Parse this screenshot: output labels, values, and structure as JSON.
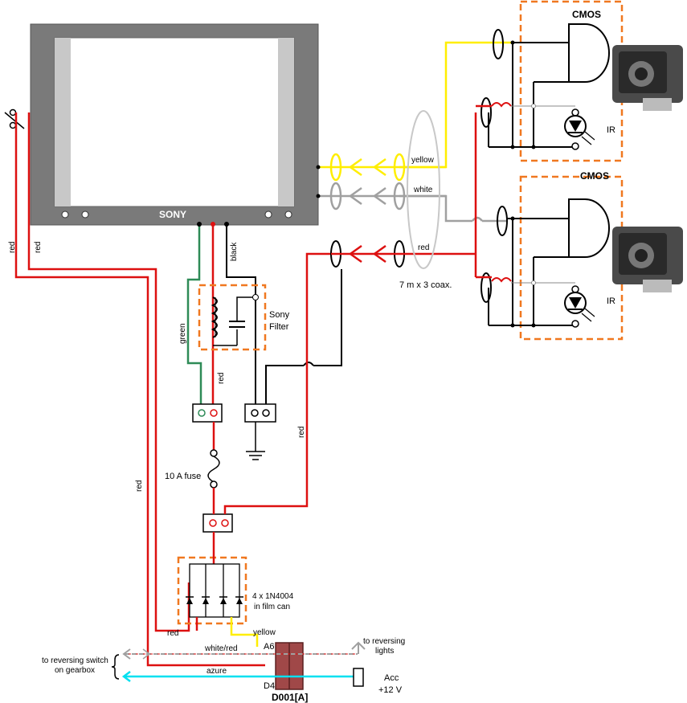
{
  "monitor": {
    "brand": "SONY"
  },
  "cameras": [
    {
      "sensor_label": "CMOS",
      "ir_label": "IR"
    },
    {
      "sensor_label": "CMOS",
      "ir_label": "IR"
    }
  ],
  "cable": {
    "label": "7 m x 3 coax.",
    "wires": [
      "yellow",
      "white",
      "red"
    ]
  },
  "filter": {
    "label_line1": "Sony",
    "label_line2": "Filter"
  },
  "fuse": {
    "label": "10 A fuse"
  },
  "diodes": {
    "label_line1": "4 x 1N4004",
    "label_line2": "in film can"
  },
  "connector": {
    "name": "D001[A]",
    "pin_top": "A6",
    "pin_bottom": "D4"
  },
  "wire_labels": {
    "red_left_1": "red",
    "red_left_2": "red",
    "red_mid": "red",
    "red_fuse": "red",
    "red_right": "red",
    "red_diode": "red",
    "green": "green",
    "black": "black",
    "yellow": "yellow",
    "white_red": "white/red",
    "azure": "azure"
  },
  "endpoints": {
    "reverse_switch_line1": "to reversing switch",
    "reverse_switch_line2": "on gearbox",
    "reverse_lights_line1": "to reversing",
    "reverse_lights_line2": "lights",
    "acc_line1": "Acc",
    "acc_line2": "+12 V"
  },
  "colors": {
    "red": "#dd1010",
    "yellow": "#ffee00",
    "white_wire": "#a0a0a0",
    "green": "#2e8b57",
    "azure": "#00e0f0",
    "orange_box": "#f07820",
    "connector": "#a04848",
    "monitor_frame": "#7a7a7a"
  }
}
